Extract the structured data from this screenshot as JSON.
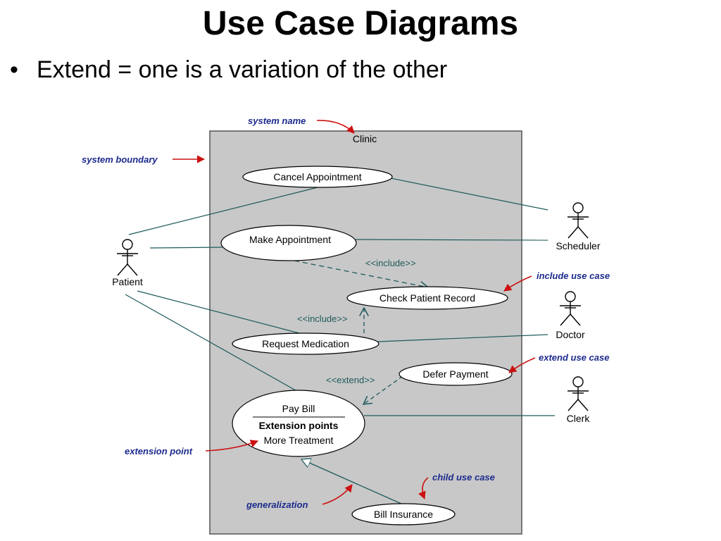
{
  "title": "Use Case Diagrams",
  "bullet": {
    "marker": "•",
    "text": "Extend = one is a variation of the other"
  },
  "diagram": {
    "system_name": "Clinic",
    "use_cases": {
      "cancel_appointment": "Cancel Appointment",
      "make_appointment": "Make Appointment",
      "check_patient_record": "Check Patient Record",
      "request_medication": "Request Medication",
      "defer_payment": "Defer Payment",
      "pay_bill": "Pay Bill",
      "extension_points_header": "Extension points",
      "more_treatment": "More Treatment",
      "bill_insurance": "Bill Insurance"
    },
    "actors": {
      "patient": "Patient",
      "scheduler": "Scheduler",
      "doctor": "Doctor",
      "clerk": "Clerk"
    },
    "stereotypes": {
      "include_1": "<<include>>",
      "include_2": "<<include>>",
      "extend": "<<extend>>"
    },
    "annotations": {
      "system_name": "system name",
      "system_boundary": "system boundary",
      "include_use_case": "include use case",
      "extend_use_case": "extend use case",
      "extension_point": "extension point",
      "child_use_case": "child use case",
      "generalization": "generalization"
    },
    "colors": {
      "system_fill": "#c8c8c8",
      "association_line": "#1e5a5a",
      "annotation_text": "#1c2a8c",
      "annotation_arrow": "#cc1111"
    }
  }
}
